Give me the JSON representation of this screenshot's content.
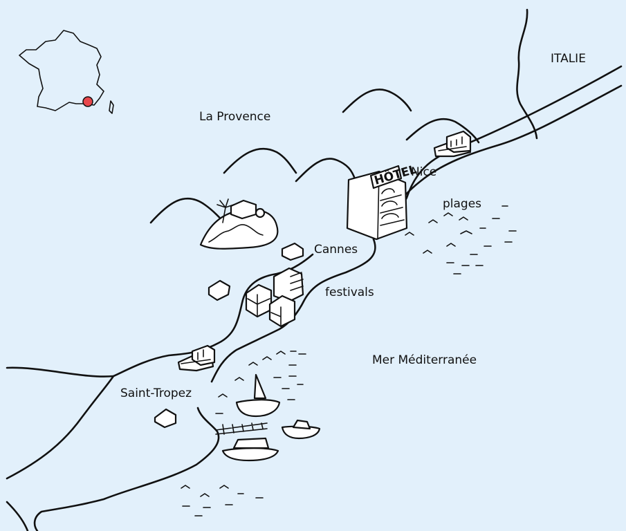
{
  "map": {
    "labels": {
      "italie": "ITALIE",
      "provence": "La Provence",
      "nice": "Nice",
      "plages": "plages",
      "cannes": "Cannes",
      "festivals": "festivals",
      "mer": "Mer Méditerranée",
      "saint_tropez": "Saint-Tropez"
    },
    "hotel_sign": "HÔTEL",
    "inset_marker_color": "#e8474c",
    "background_color": "#e2f0fb"
  }
}
